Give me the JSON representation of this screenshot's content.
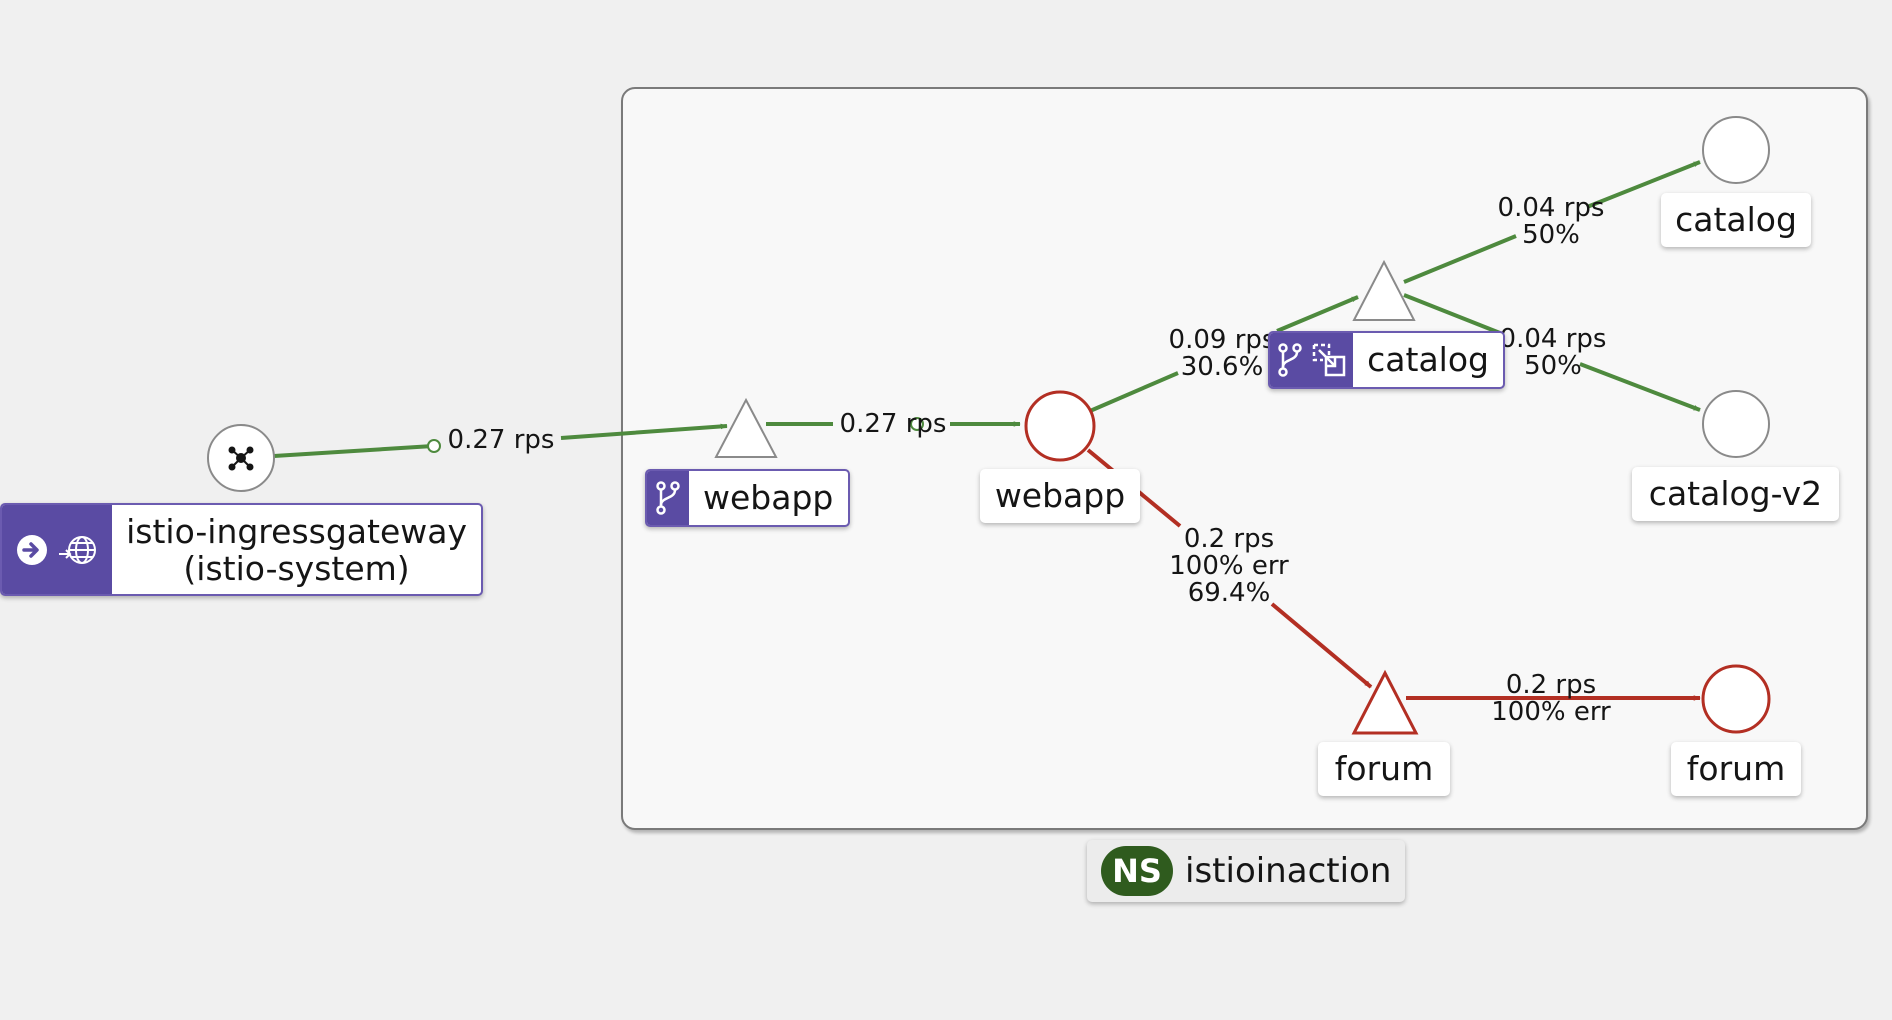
{
  "namespace": {
    "badge": "NS",
    "name": "istioinaction"
  },
  "nodes": {
    "ingress": {
      "label_line1": "istio-ingressgateway",
      "label_line2": "(istio-system)"
    },
    "webapp_service": {
      "label": "webapp"
    },
    "webapp_workload": {
      "label": "webapp"
    },
    "catalog_service": {
      "label": "catalog"
    },
    "catalog_workload": {
      "label": "catalog"
    },
    "catalog_v2_workload": {
      "label": "catalog-v2"
    },
    "forum_service": {
      "label": "forum"
    },
    "forum_workload": {
      "label": "forum"
    }
  },
  "edges": {
    "ingress_to_webapp": {
      "rps": "0.27 rps",
      "status": "healthy"
    },
    "webapp_svc_to_workload": {
      "rps": "0.27 rps",
      "status": "healthy"
    },
    "webapp_to_catalog": {
      "rps": "0.09 rps",
      "share": "30.6%",
      "status": "healthy"
    },
    "catalog_to_v1": {
      "rps": "0.04 rps",
      "share": "50%",
      "status": "healthy"
    },
    "catalog_to_v2": {
      "rps": "0.04 rps",
      "share": "50%",
      "status": "healthy"
    },
    "webapp_to_forum": {
      "rps": "0.2 rps",
      "err": "100% err",
      "share": "69.4%",
      "status": "error"
    },
    "forum_svc_to_workload": {
      "rps": "0.2 rps",
      "err": "100% err",
      "status": "error"
    }
  },
  "colors": {
    "healthy": "#4e8a3e",
    "error": "#b32f23",
    "badge": "#5a4ba3",
    "ns_badge": "#2f5b1e"
  }
}
